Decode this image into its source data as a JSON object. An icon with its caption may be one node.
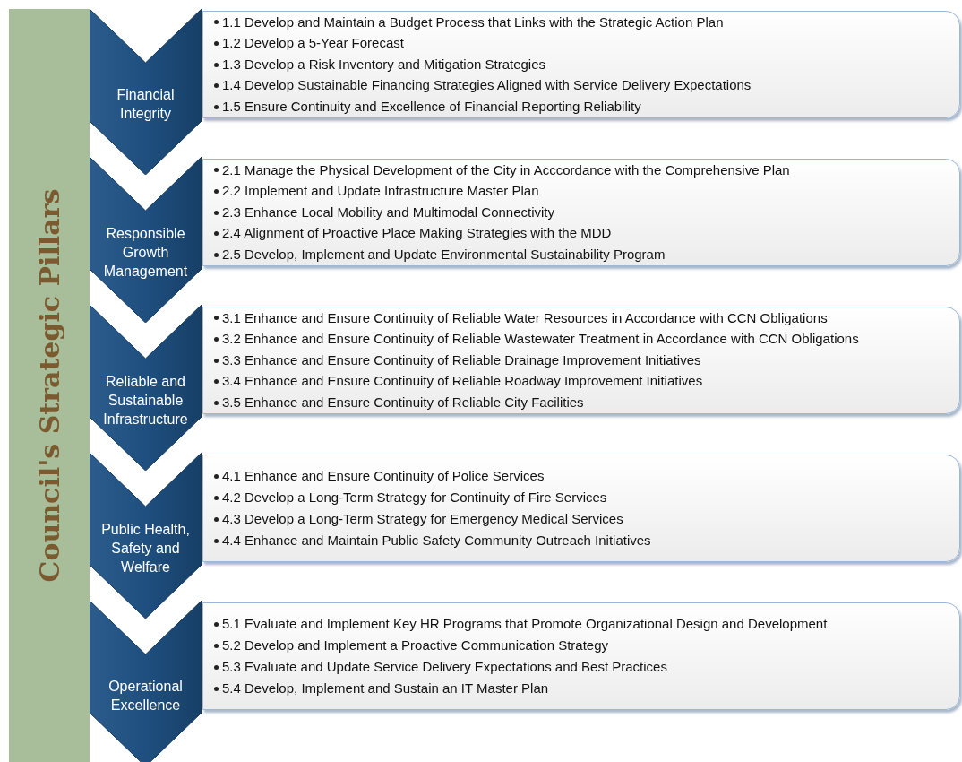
{
  "diagram": {
    "nodes": [
      {
        "text": [
          "Council's Strategic Pillars"
        ]
      },
      {
        "text": [
          "Financial Integrity"
        ]
      },
      {
        "text": [
          "1.1 Develop and Maintain a Budget Process that Links with the Strategic Action Plan",
          "1.2 Develop a 5-Year Forecast",
          "1.3 Develop a Risk Inventory and Mitigation Strategies",
          "1.4 Develop Sustainable Financing Strategies Aligned with Service Delivery Expectations",
          "1.5 Ensure Continuity and Excellence of Financial Reporting Reliability"
        ]
      },
      {
        "text": [
          "Responsible Growth Management"
        ]
      },
      {
        "text": [
          "2.1 Manage the Physical Development of the City in Acccordance with the Comprehensive Plan",
          "2.2 Implement and Update Infrastructure Master Plan",
          "2.3 Enhance Local Mobility and Multimodal Connectivity",
          "2.4 Alignment of Proactive Place Making Strategies with the MDD",
          "2.5 Develop, Implement and Update Environmental Sustainability Program"
        ]
      },
      {
        "text": [
          "Reliable and Sustainable Infrastructure"
        ]
      },
      {
        "text": [
          "3.1 Enhance and Ensure Continuity of Reliable Water Resources in Accordance with CCN Obligations",
          "3.2 Enhance and Ensure Continuity of Reliable Wastewater Treatment in Accordance with CCN Obligations",
          "3.3 Enhance and Ensure Continuity of Reliable Drainage Improvement Initiatives",
          "3.4 Enhance and Ensure Continuity of Reliable Roadway Improvement Initiatives",
          "3.5 Enhance and Ensure Continuity of Reliable City Facilities"
        ]
      },
      {
        "text": [
          "Public Health, Safety and Welfare"
        ]
      },
      {
        "text": [
          "4.1 Enhance and Ensure Continuity of Police Services",
          "4.2 Develop a Long-Term Strategy for Continuity of Fire Services",
          "4.3 Develop a Long-Term Strategy for Emergency Medical Services",
          "4.4 Enhance and Maintain Public Safety Community Outreach Initiatives"
        ]
      },
      {
        "text": [
          "Operational Excellence"
        ]
      },
      {
        "text": [
          "5.1 Evaluate and Implement Key HR Programs that Promote Organizational Design and Development",
          "5.2 Develop and Implement a Proactive Communication Strategy",
          "5.3 Evaluate and Update Service Delivery Expectations and Best Practices",
          "5.4 Develop, Implement and Sustain an IT Master Plan"
        ]
      }
    ]
  }
}
